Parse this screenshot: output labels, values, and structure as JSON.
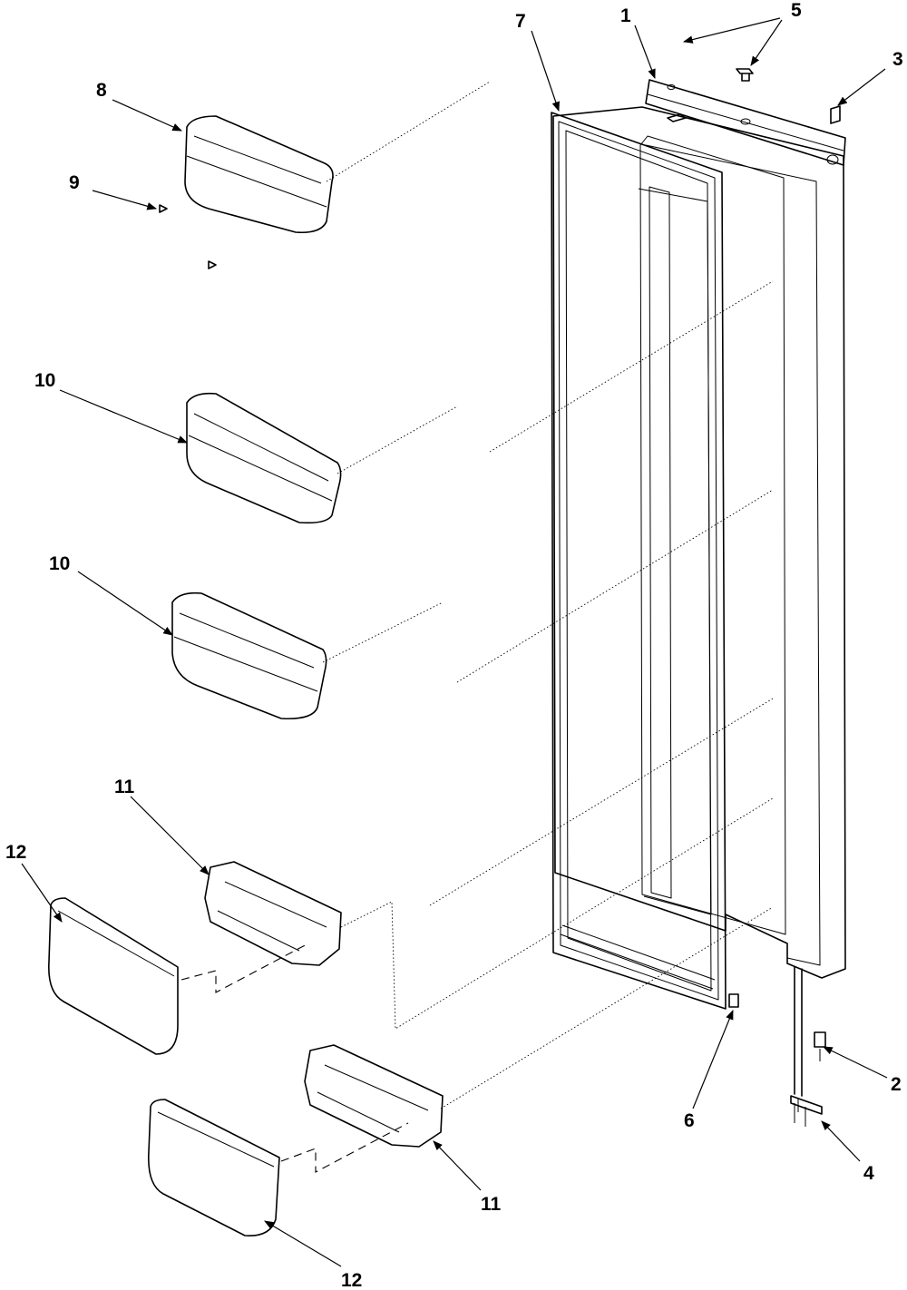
{
  "colors": {
    "ink": "#000000",
    "paper": "#ffffff"
  },
  "callouts": {
    "c1": "1",
    "c2": "2",
    "c3": "3",
    "c4": "4",
    "c5": "5",
    "c6": "6",
    "c7": "7",
    "c8": "8",
    "c9": "9",
    "c10a": "10",
    "c10b": "10",
    "c11a": "11",
    "c11b": "11",
    "c12a": "12",
    "c12b": "12"
  }
}
